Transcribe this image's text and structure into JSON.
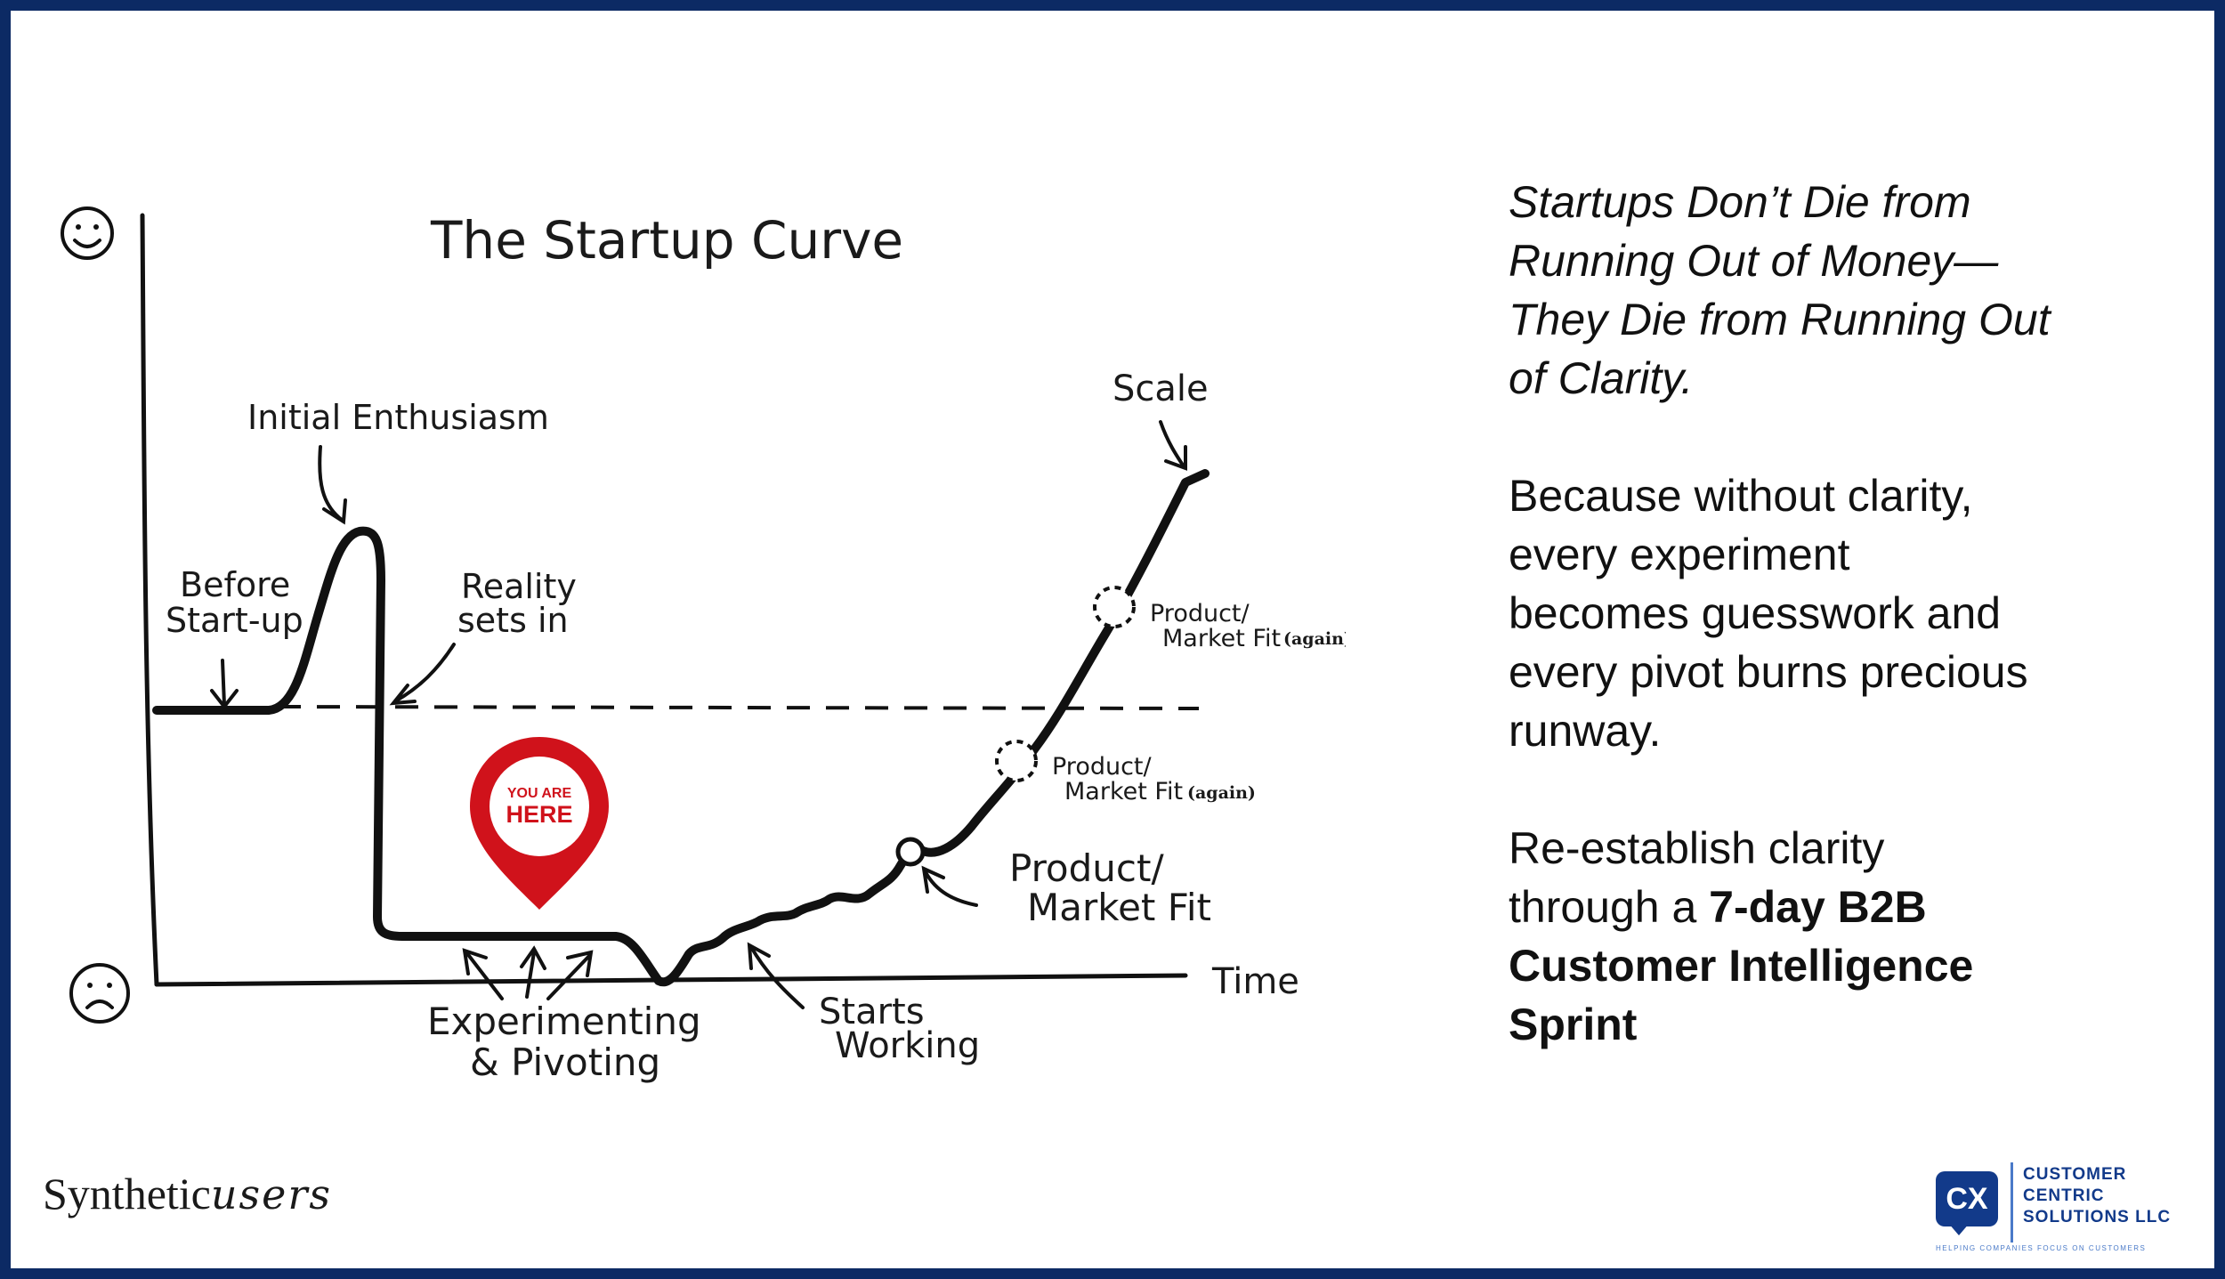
{
  "diagram": {
    "title": "The Startup Curve",
    "labels": {
      "initial_enthusiasm": "Initial Enthusiasm",
      "before_startup_1": "Before",
      "before_startup_2": "Start-up",
      "reality_1": "Reality",
      "reality_2": "sets in",
      "scale": "Scale",
      "time": "Time",
      "experimenting_1": "Experimenting",
      "experimenting_2": "& Pivoting",
      "starts_working_1": "Starts",
      "starts_working_2": "Working",
      "pmf_1": "Product/",
      "pmf_2": "Market Fit",
      "pmf_again_1_line1": "Product/",
      "pmf_again_1_line2": "Market Fit",
      "pmf_again_1_suffix": "(again)",
      "pmf_again_2_line1": "Product/",
      "pmf_again_2_line2": "Market Fit",
      "pmf_again_2_suffix": "(again)"
    },
    "pin": {
      "line1": "YOU ARE",
      "line2": "HERE",
      "color": "#d0121b"
    },
    "icons": {
      "top": "smiley-face-icon",
      "bottom": "sad-face-icon"
    }
  },
  "message": {
    "headline_line1": "Startups Don’t Die from",
    "headline_line2": "Running Out of Money—",
    "headline_line3": "They Die from Running Out",
    "headline_line4": "of Clarity.",
    "body_line1": "Because without clarity,",
    "body_line2": "every experiment",
    "body_line3": "becomes guesswork and",
    "body_line4": "every pivot burns precious",
    "body_line5": "runway.",
    "cta_line1": "Re-establish clarity",
    "cta_line2_prefix": "through a ",
    "cta_line2_bold": "7-day B2B",
    "cta_line3_bold": "Customer Intelligence",
    "cta_line4_bold": "Sprint"
  },
  "footer": {
    "brand_left_main": "Synthetic",
    "brand_left_script": "users",
    "brand_right_badge": "CX",
    "brand_right_line1": "CUSTOMER",
    "brand_right_line2": "CENTRIC",
    "brand_right_line3": "SOLUTIONS LLC",
    "brand_right_tagline": "HELPING COMPANIES FOCUS ON CUSTOMERS",
    "frame_color": "#0c2a64",
    "logo_color": "#123a8a"
  }
}
